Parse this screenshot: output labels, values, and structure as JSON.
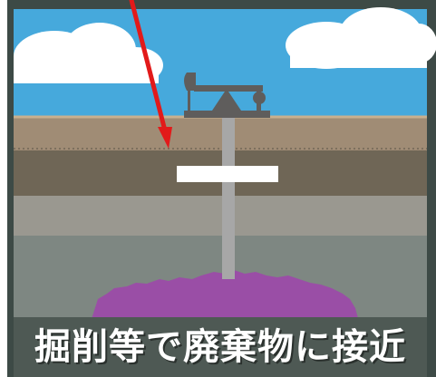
{
  "caption": "掘削等で廃棄物に接近",
  "icons": {
    "pumpjack": "pumpjack-icon",
    "arrow": "red-arrow-pointer",
    "waste": "buried-waste-mound"
  },
  "colors": {
    "sky": "#46a9dc",
    "cloud": "#ffffff",
    "topsoil": "#a08c75",
    "soil_layer_2": "#6f6656",
    "soil_layer_3": "#9a9890",
    "deep_layer": "#7e8782",
    "well_pipe": "#a7a7a7",
    "marker": "#ffffff",
    "waste": "#9a4ea6",
    "pumpjack": "#5f5d5c",
    "arrow": "#e21a1a",
    "caption_band": "#4e5954",
    "caption_text": "#ffffff"
  }
}
